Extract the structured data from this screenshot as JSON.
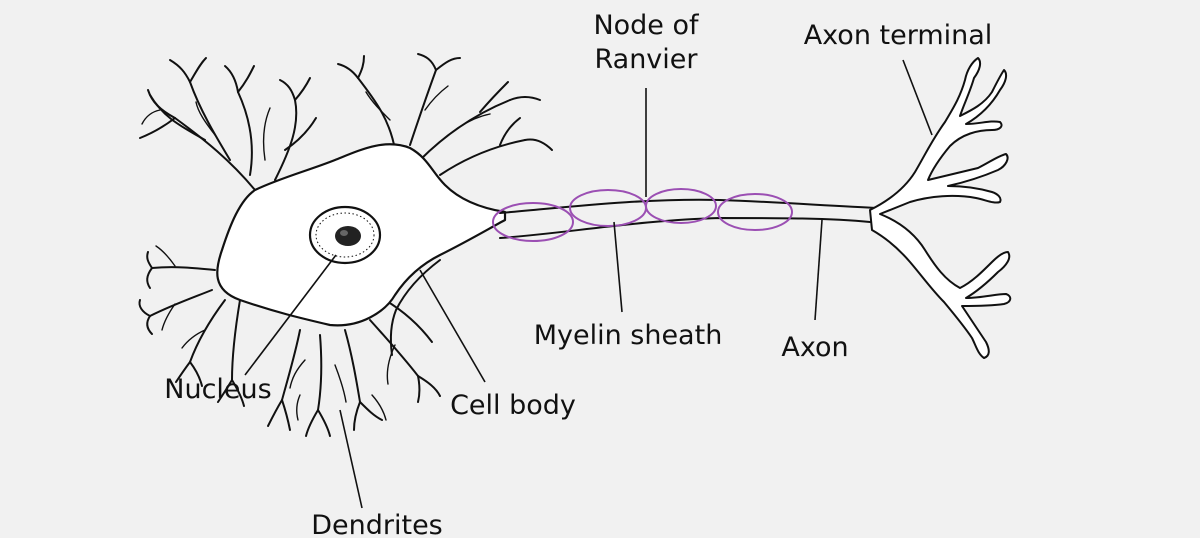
{
  "labels": {
    "node_of_ranvier_line1": "Node of",
    "node_of_ranvier_line2": "Ranvier",
    "axon_terminal": "Axon terminal",
    "myelin_sheath": "Myelin sheath",
    "axon": "Axon",
    "nucleus": "Nucleus",
    "cell_body": "Cell body",
    "dendrites": "Dendrites"
  },
  "colors": {
    "background": "#f1f1f1",
    "myelin": "#9b4fb3",
    "ink": "#111111"
  }
}
